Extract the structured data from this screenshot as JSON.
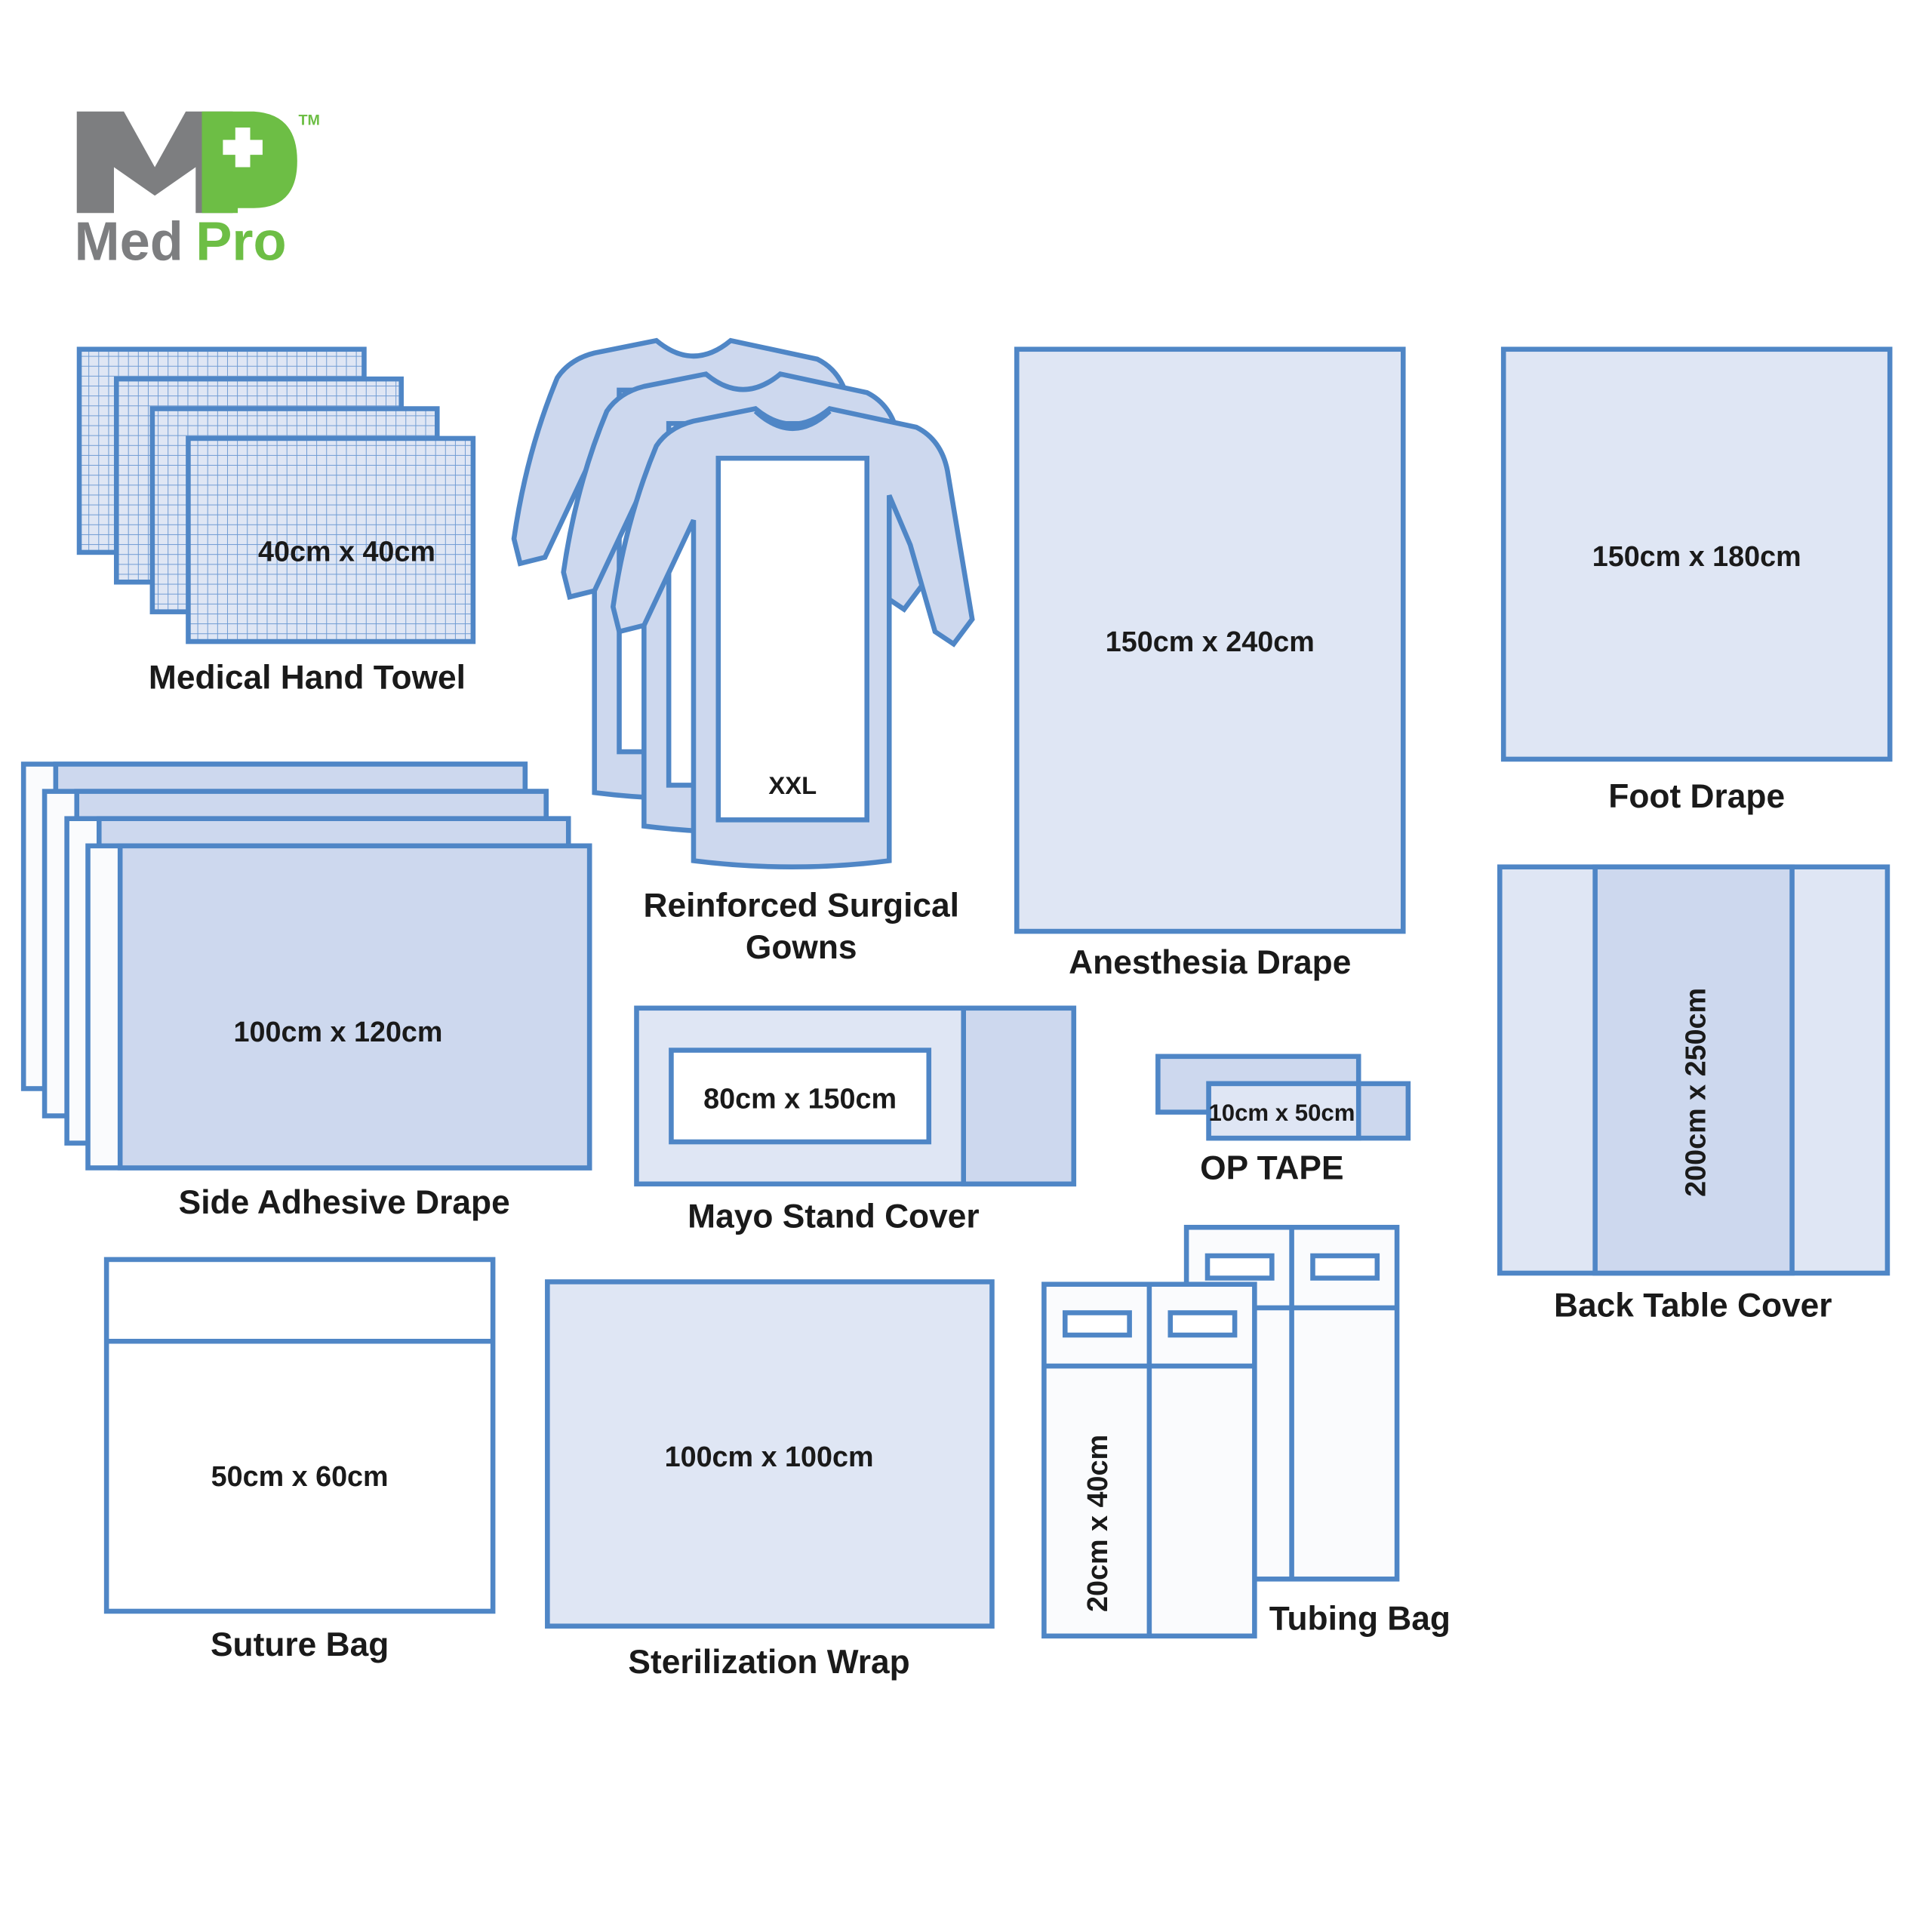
{
  "logo": {
    "mark": "MP",
    "name_dark": "Med",
    "name_green": "Pro",
    "trademark": "TM",
    "colors": {
      "gray": "#7d7e80",
      "green": "#6dbe45"
    }
  },
  "colors": {
    "stroke": "#4f86c6",
    "fill": "#cdd8ee",
    "fill_light": "#dfe6f4"
  },
  "items": {
    "hand_towel": {
      "label": "Medical Hand Towel",
      "size": "40cm x 40cm"
    },
    "gowns": {
      "label_line1": "Reinforced Surgical",
      "label_line2": "Gowns",
      "size": "XXL"
    },
    "anesthesia_drape": {
      "label": "Anesthesia Drape",
      "size": "150cm x 240cm"
    },
    "foot_drape": {
      "label": "Foot Drape",
      "size": "150cm x 180cm"
    },
    "side_adhesive_drape": {
      "label": "Side Adhesive Drape",
      "size": "100cm x 120cm"
    },
    "mayo_stand_cover": {
      "label": "Mayo Stand Cover",
      "size": "80cm x 150cm"
    },
    "op_tape": {
      "label": "OP TAPE",
      "size": "10cm x 50cm"
    },
    "back_table_cover": {
      "label": "Back Table Cover",
      "size": "200cm x 250cm"
    },
    "suture_bag": {
      "label": "Suture Bag",
      "size": "50cm x 60cm"
    },
    "sterilization_wrap": {
      "label": "Sterilization Wrap",
      "size": "100cm x 100cm"
    },
    "tubing_bag": {
      "label": "Tubing Bag",
      "size": "20cm x 40cm"
    }
  }
}
